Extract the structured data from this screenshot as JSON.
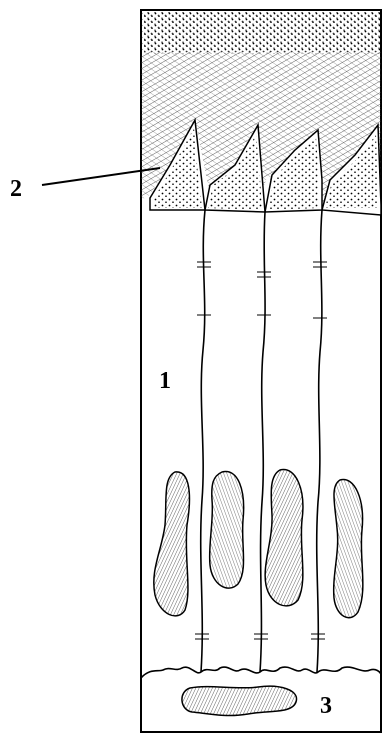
{
  "labels": {
    "one": "1",
    "two": "2",
    "three": "3"
  },
  "colors": {
    "ink": "#000000",
    "paper": "#ffffff",
    "hatch": "#3a3a3a"
  }
}
